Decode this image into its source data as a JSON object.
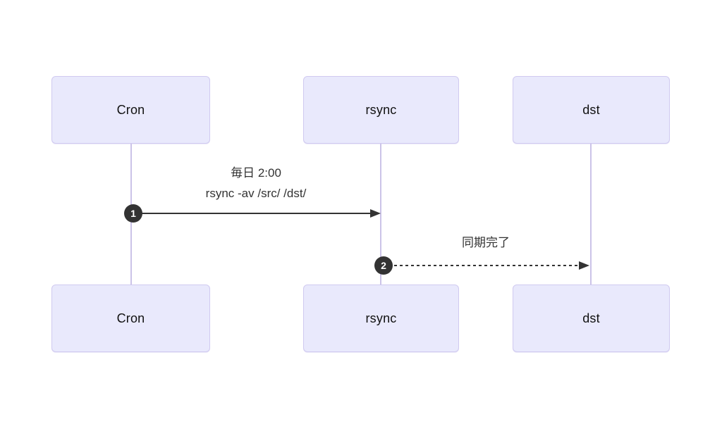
{
  "diagram": {
    "type": "sequence-diagram",
    "background": "#ffffff",
    "actor_fill": "#e9e9fc",
    "actor_border": "#d0caf0",
    "lifeline_color": "#cbc3e8",
    "arrow_color": "#333333",
    "text_color": "#333333",
    "badge_fill": "#333333",
    "badge_text_color": "#ffffff"
  },
  "actors": [
    {
      "name": "Cron"
    },
    {
      "name": "rsync"
    },
    {
      "name": "dst"
    }
  ],
  "messages": [
    {
      "number": "1",
      "from": "Cron",
      "to": "rsync",
      "style": "solid",
      "label_line1": "毎日 2:00",
      "label_line2": "rsync -av /src/ /dst/"
    },
    {
      "number": "2",
      "from": "rsync",
      "to": "dst",
      "style": "dashed",
      "label": "同期完了"
    }
  ]
}
